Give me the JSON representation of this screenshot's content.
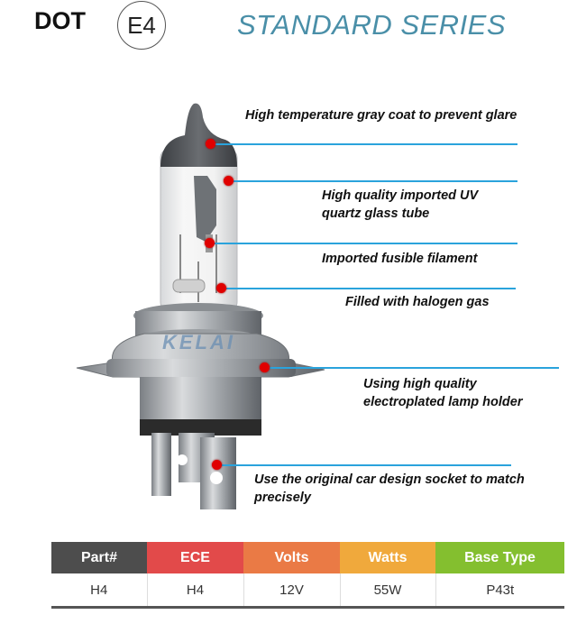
{
  "header": {
    "dot": "DOT",
    "e4": "E4",
    "series": "STANDARD SERIES"
  },
  "product": {
    "brand_watermark": "KELAI",
    "image": "halogen-bulb-h4"
  },
  "annotations": [
    {
      "text": "High temperature gray coat to prevent glare"
    },
    {
      "text": "High quality imported UV quartz glass tube"
    },
    {
      "text": "Imported fusible filament"
    },
    {
      "text": "Filled with halogen gas"
    },
    {
      "text": "Using high quality electroplated lamp holder"
    },
    {
      "text": "Use the original car design socket to match precisely"
    }
  ],
  "colors": {
    "line": "#2aa3dc",
    "marker": "#e00000",
    "series": "#4a8fa8"
  },
  "spec_table": {
    "headers": [
      {
        "label": "Part#",
        "color": "#4d4d4d"
      },
      {
        "label": "ECE",
        "color": "#e24a4a"
      },
      {
        "label": "Volts",
        "color": "#ea7a45"
      },
      {
        "label": "Watts",
        "color": "#f0a93c"
      },
      {
        "label": "Base Type",
        "color": "#84bf2f"
      }
    ],
    "rows": [
      [
        "H4",
        "H4",
        "12V",
        "55W",
        "P43t"
      ]
    ]
  }
}
